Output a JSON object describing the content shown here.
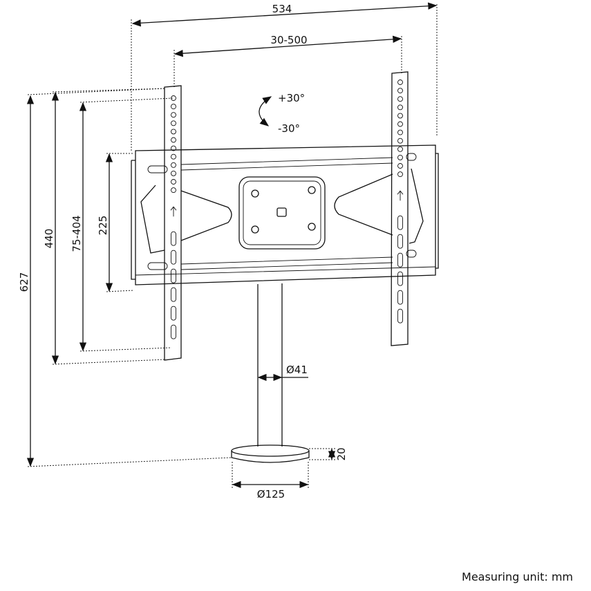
{
  "dimensions": {
    "overall_width": "534",
    "vesa_horizontal": "30-500",
    "overall_height": "627",
    "bracket_height": "440",
    "vesa_vertical": "75-404",
    "plate_height": "225",
    "pole_diameter": "Ø41",
    "base_diameter": "Ø125",
    "base_height": "20",
    "tilt_up": "+30°",
    "tilt_down": "-30°"
  },
  "footer": {
    "unit_label": "Measuring unit: mm"
  },
  "colors": {
    "line": "#111111",
    "background": "#ffffff"
  }
}
